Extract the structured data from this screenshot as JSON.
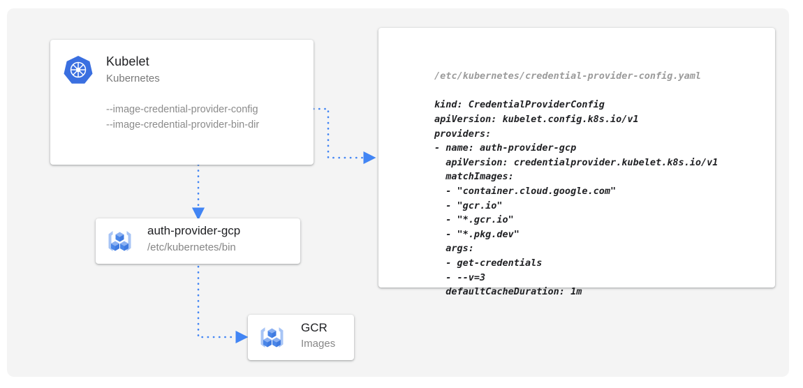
{
  "canvas": {
    "background_color": "#f4f4f4",
    "page_background": "#ffffff"
  },
  "theme": {
    "accent_blue": "#4285f4",
    "icon_blue_dark": "#4a86e8",
    "icon_blue_light": "#a7c4f5",
    "text_primary": "#202124",
    "text_secondary": "#868686",
    "code_path_color": "#9b9b9b"
  },
  "nodes": {
    "kubelet": {
      "icon": "kubernetes-logo-icon",
      "title": "Kubelet",
      "subtitle": "Kubernetes",
      "flags": [
        "--image-credential-provider-config",
        "--image-credential-provider-bin-dir"
      ]
    },
    "auth_provider": {
      "icon": "container-registry-icon",
      "title": "auth-provider-gcp",
      "subtitle": "/etc/kubernetes/bin"
    },
    "gcr": {
      "icon": "container-registry-icon",
      "title": "GCR",
      "subtitle": "Images"
    }
  },
  "code_card": {
    "file_path": "/etc/kubernetes/credential-provider-config.yaml",
    "lines": [
      "kind: CredentialProviderConfig",
      "apiVersion: kubelet.config.k8s.io/v1",
      "providers:",
      "- name: auth-provider-gcp",
      "  apiVersion: credentialprovider.kubelet.k8s.io/v1",
      "  matchImages:",
      "  - \"container.cloud.google.com\"",
      "  - \"gcr.io\"",
      "  - \"*.gcr.io\"",
      "  - \"*.pkg.dev\"",
      "  args:",
      "  - get-credentials",
      "  - --v=3",
      "  defaultCacheDuration: 1m"
    ]
  },
  "connectors": [
    {
      "name": "kubelet-to-config",
      "from": "kubelet",
      "to": "code-card",
      "style": "dotted",
      "color": "#4285f4"
    },
    {
      "name": "kubelet-to-auth-provider",
      "from": "kubelet",
      "to": "auth_provider",
      "style": "dotted",
      "color": "#4285f4"
    },
    {
      "name": "auth-provider-to-gcr",
      "from": "auth_provider",
      "to": "gcr",
      "style": "dotted",
      "color": "#4285f4"
    }
  ]
}
